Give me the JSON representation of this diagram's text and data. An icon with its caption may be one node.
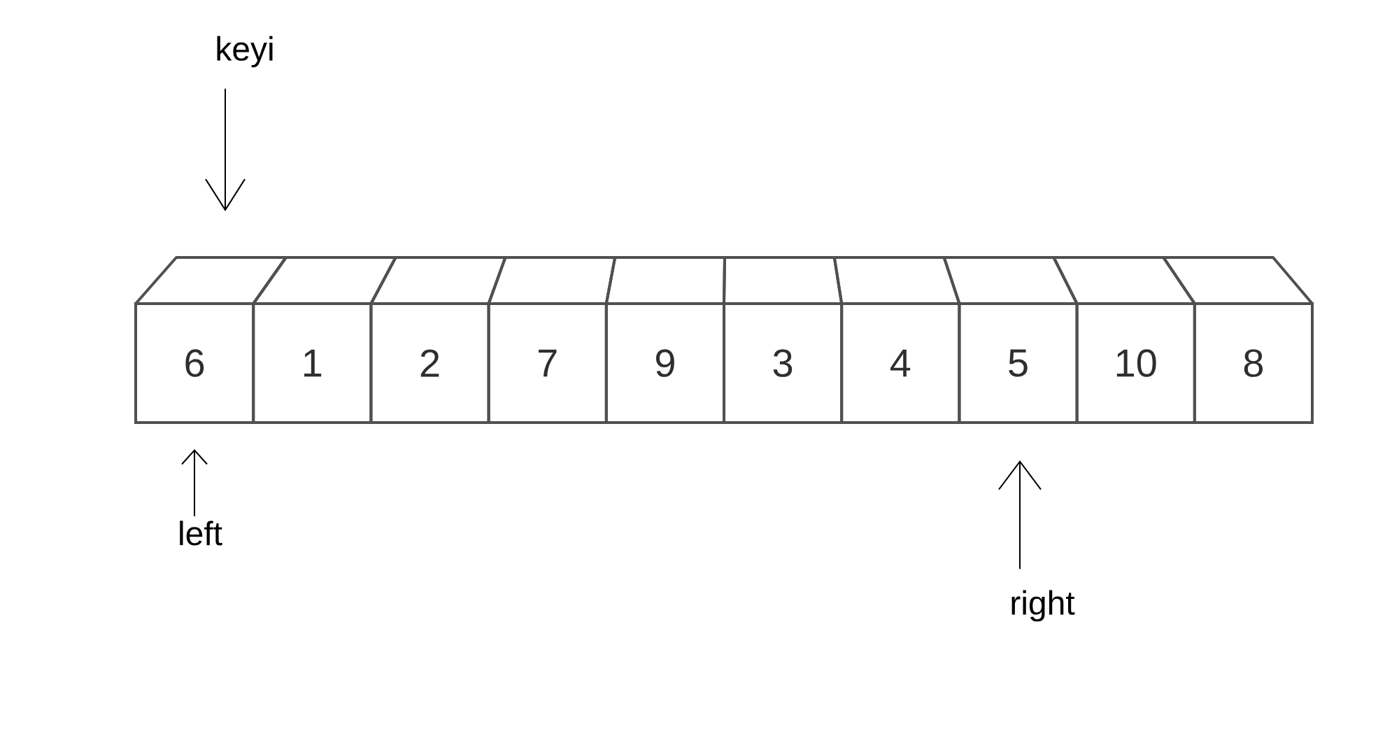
{
  "diagram": {
    "nodes": [
      {
        "text": [
          "6"
        ]
      },
      {
        "text": [
          "1"
        ]
      },
      {
        "text": [
          "2"
        ]
      },
      {
        "text": [
          "7"
        ]
      },
      {
        "text": [
          "9"
        ]
      },
      {
        "text": [
          "3"
        ]
      },
      {
        "text": [
          "4"
        ]
      },
      {
        "text": [
          "5"
        ]
      },
      {
        "text": [
          "10"
        ]
      },
      {
        "text": [
          "8"
        ]
      },
      {
        "text": [
          "keyi"
        ]
      },
      {
        "text": [
          "left"
        ]
      },
      {
        "text": [
          "right"
        ]
      }
    ],
    "edges": [
      {
        "from": 10,
        "to": 0,
        "arrow": "to"
      },
      {
        "from": 11,
        "to": 0,
        "arrow": "to"
      },
      {
        "from": 12,
        "to": 7,
        "arrow": "to"
      }
    ]
  }
}
